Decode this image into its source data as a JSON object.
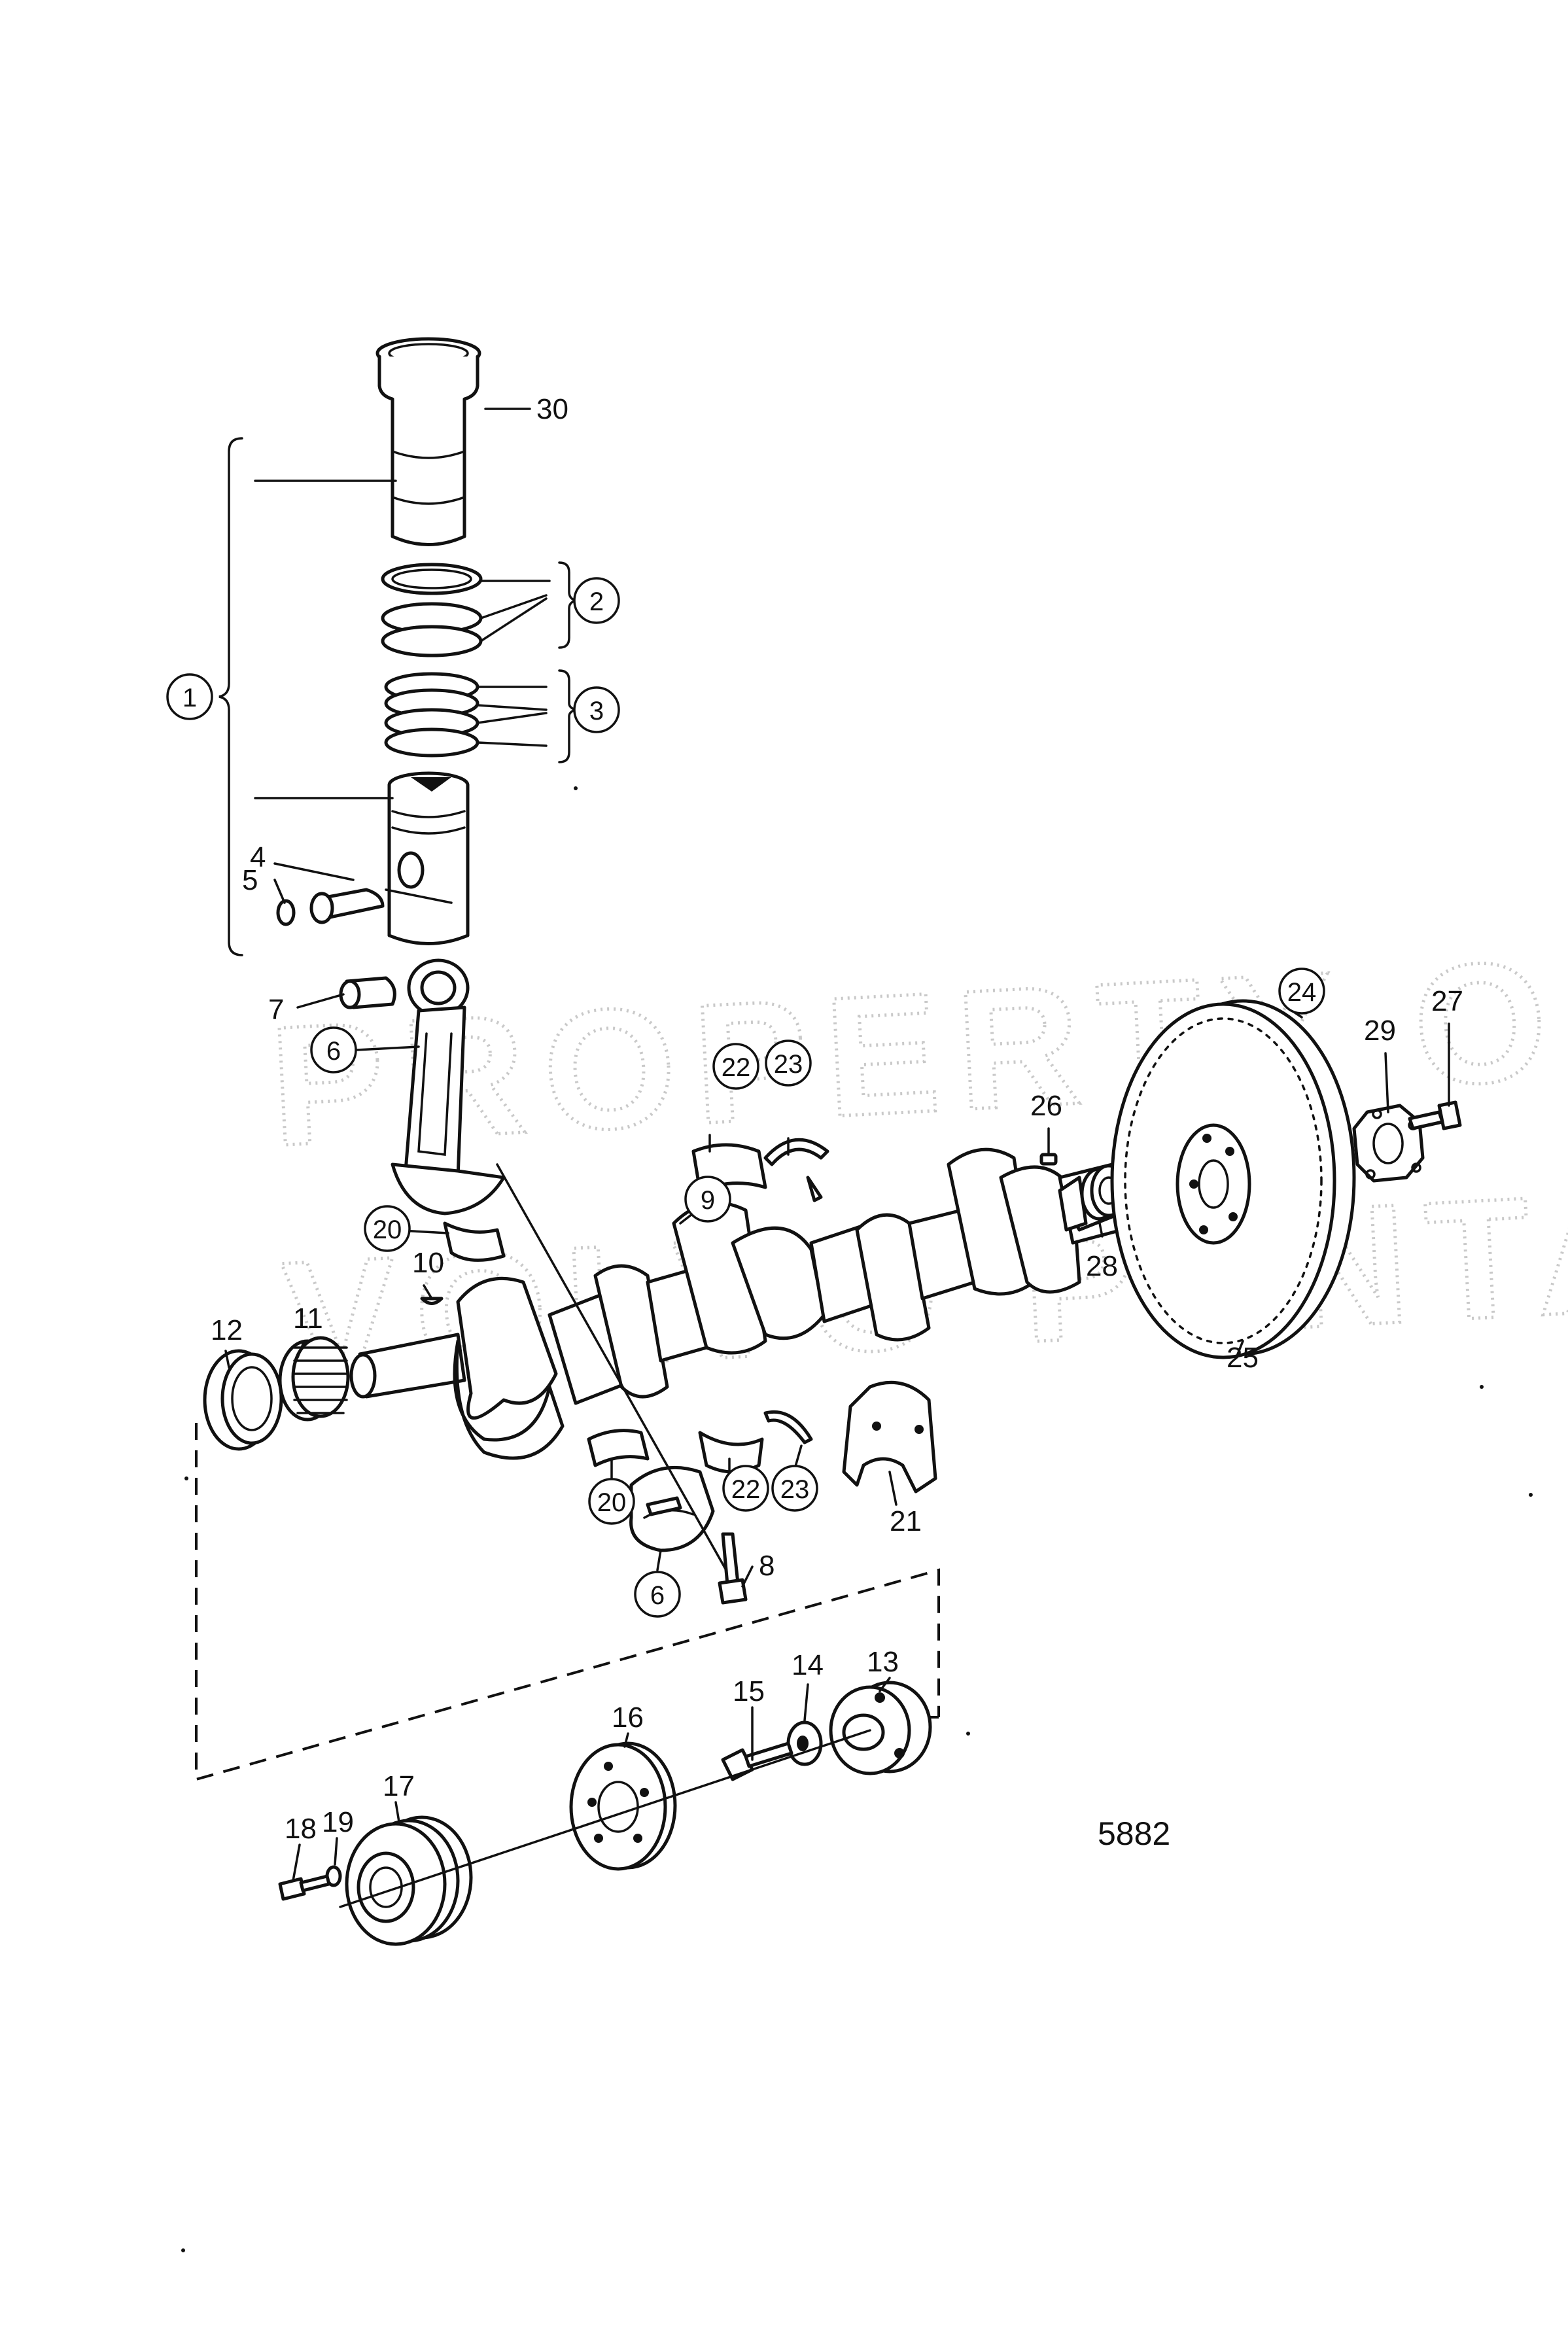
{
  "figure_number": "5882",
  "watermark": {
    "line1": "PROPERTY OF",
    "line2": "VOLVO PENTA"
  },
  "callouts": {
    "c1": "1",
    "c2": "2",
    "c3": "3",
    "c4": "4",
    "c5": "5",
    "c6a": "6",
    "c6b": "6",
    "c7": "7",
    "c8": "8",
    "c9": "9",
    "c10": "10",
    "c11": "11",
    "c12": "12",
    "c13": "13",
    "c14": "14",
    "c15": "15",
    "c16": "16",
    "c17": "17",
    "c18": "18",
    "c19": "19",
    "c20a": "20",
    "c20b": "20",
    "c21": "21",
    "c22a": "22",
    "c22b": "22",
    "c23a": "23",
    "c23b": "23",
    "c24": "24",
    "c25": "25",
    "c26": "26",
    "c27": "27",
    "c28": "28",
    "c29": "29",
    "c30": "30"
  }
}
